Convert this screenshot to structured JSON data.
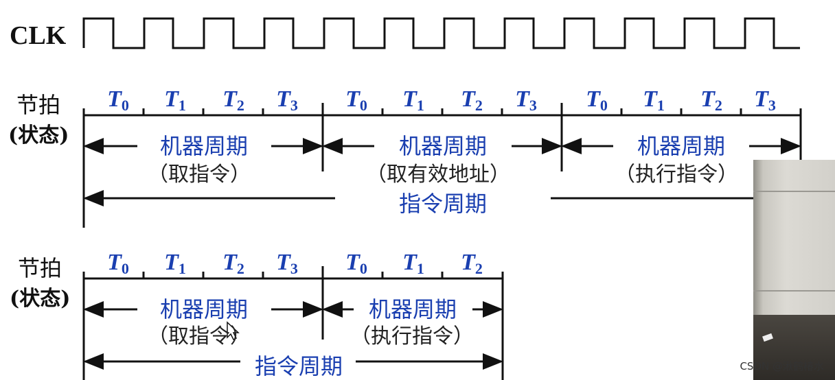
{
  "clock": {
    "label": "CLK",
    "cycles": 12
  },
  "row_label": {
    "line1": "节拍",
    "line2": "(状态)"
  },
  "ticks": {
    "sym": "T",
    "idx": [
      "0",
      "1",
      "2",
      "3"
    ]
  },
  "top": {
    "machine_cycle": "机器周期",
    "phase1": "（取指令）",
    "phase2": "（取有效地址）",
    "phase3": "（执行指令）",
    "instruction_cycle": "指令周期"
  },
  "bottom": {
    "machine_cycle": "机器周期",
    "phase1": "（取指令）",
    "phase2": "（执行指令）",
    "instruction_cycle": "指令周期"
  },
  "video_inset": {
    "description_icon": "webcam-video-thumbnail"
  },
  "watermark": "CSDN @湫鹤椿水"
}
